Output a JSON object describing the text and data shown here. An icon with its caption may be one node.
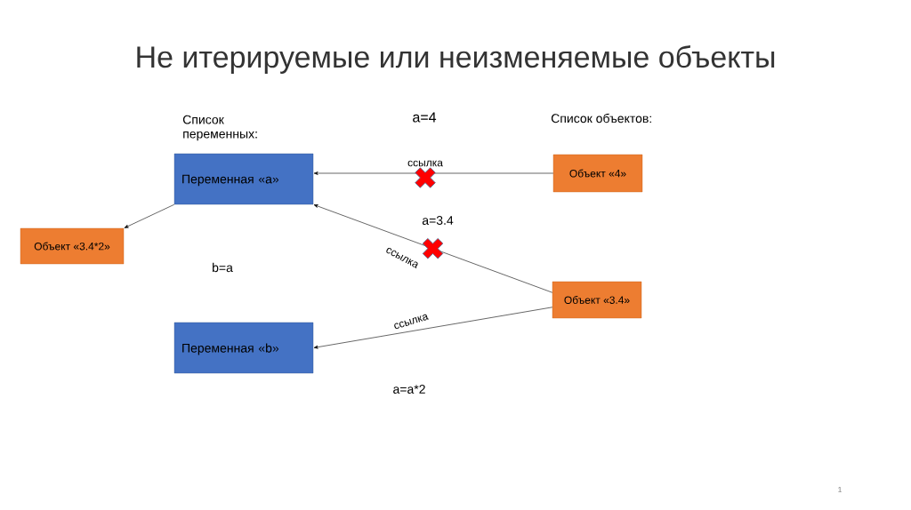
{
  "diagram": {
    "title": "Не итерируемые или неизменяемые объекты",
    "nodes": [
      {
        "text": [
          "Переменная «a»"
        ]
      },
      {
        "text": [
          "Переменная «b»"
        ]
      },
      {
        "text": [
          "Объект «3.4*2»"
        ]
      },
      {
        "text": [
          "Объект «4»"
        ]
      },
      {
        "text": [
          "Объект «3.4»"
        ]
      }
    ],
    "edges": [
      {
        "from": 0,
        "to": 2,
        "arrow": "to"
      },
      {
        "from": 3,
        "to": 0,
        "arrow": "to",
        "label": "ссылка"
      },
      {
        "from": 4,
        "to": 0,
        "arrow": "to",
        "label": "ссылка"
      },
      {
        "from": 4,
        "to": 1,
        "arrow": "to",
        "label": "ссылка"
      }
    ],
    "labels": [
      "Список переменных:",
      "a=4",
      "Список объектов:",
      "a=3.4",
      "b=a",
      "a=a*2",
      "1"
    ]
  }
}
